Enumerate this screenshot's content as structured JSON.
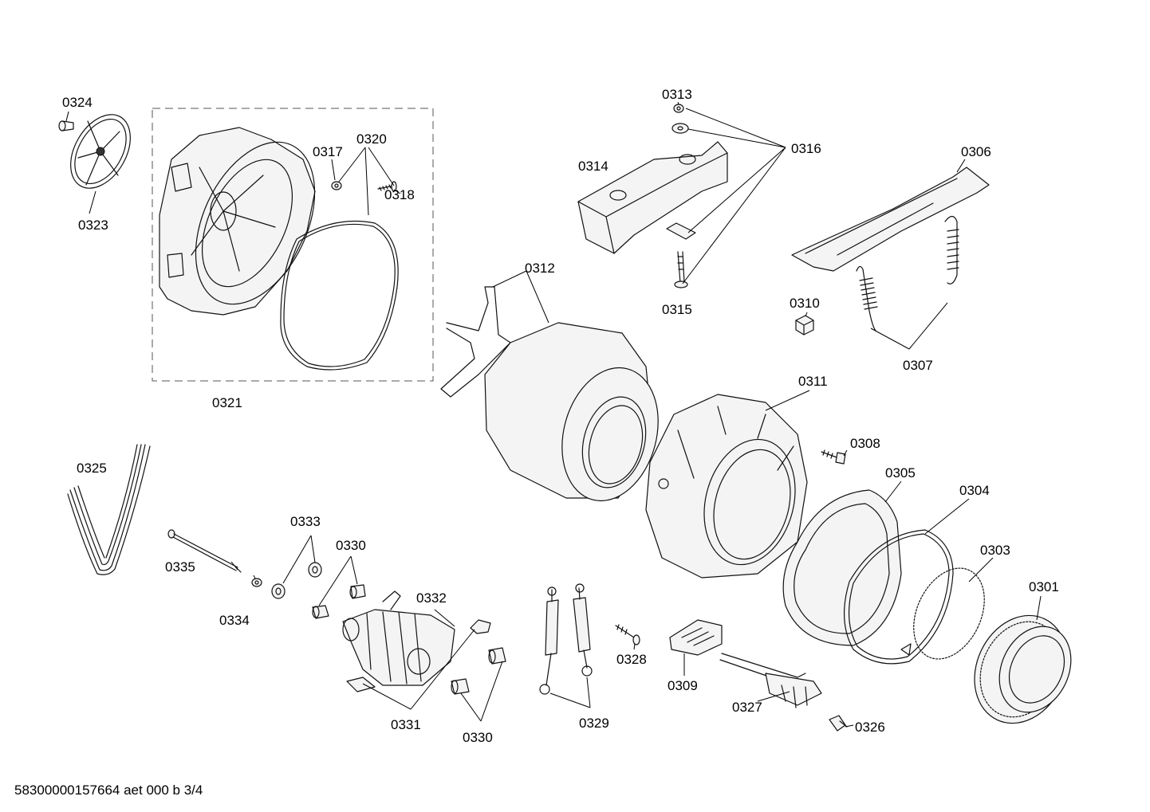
{
  "labels": {
    "p0301": "0301",
    "p0303": "0303",
    "p0304": "0304",
    "p0305": "0305",
    "p0306": "0306",
    "p0307": "0307",
    "p0308": "0308",
    "p0309": "0309",
    "p0310": "0310",
    "p0311": "0311",
    "p0312": "0312",
    "p0313": "0313",
    "p0314": "0314",
    "p0315": "0315",
    "p0316": "0316",
    "p0317": "0317",
    "p0318": "0318",
    "p0320": "0320",
    "p0321": "0321",
    "p0323": "0323",
    "p0324": "0324",
    "p0325": "0325",
    "p0326": "0326",
    "p0327": "0327",
    "p0328": "0328",
    "p0329": "0329",
    "p0330a": "0330",
    "p0330b": "0330",
    "p0331": "0331",
    "p0332": "0332",
    "p0333": "0333",
    "p0334": "0334",
    "p0335": "0335"
  },
  "footer": "58300000157664 aet 000 b 3/4"
}
